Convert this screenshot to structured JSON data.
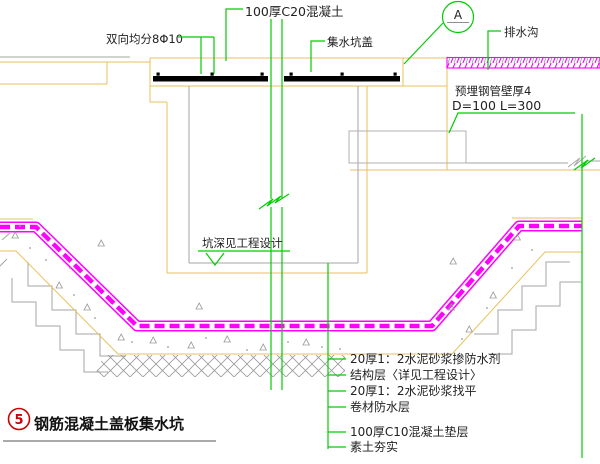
{
  "drawing": {
    "title": {
      "number": "5",
      "text": "钢筋混凝土盖板集水坑"
    },
    "section_marker": {
      "letter": "A"
    },
    "callouts": {
      "rebar": "双向均分8Φ10",
      "topping": "100厚C20混凝土",
      "pit_cover": "集水坑盖",
      "drain": "排水沟",
      "pipe_line1": "预埋钢管壁厚4",
      "pipe_line2": "D=100  L=300",
      "pit_depth": "坑深见工程设计"
    },
    "layers": [
      "20厚1：2水泥砂浆掺防水剂",
      "结构层〈详见工程设计〉",
      "20厚1：2水泥砂浆找平",
      "卷材防水层",
      "100厚C10混凝土垫层",
      "素土夯实"
    ],
    "colors": {
      "structure_yellow": "#e8c25e",
      "soil_gray": "#a6a6a6",
      "annotation_green": "#00cc00",
      "membrane_magenta": "#ff00ff",
      "slab_black": "#000000",
      "title_red": "#cc0000",
      "text_dark": "#222222"
    }
  }
}
